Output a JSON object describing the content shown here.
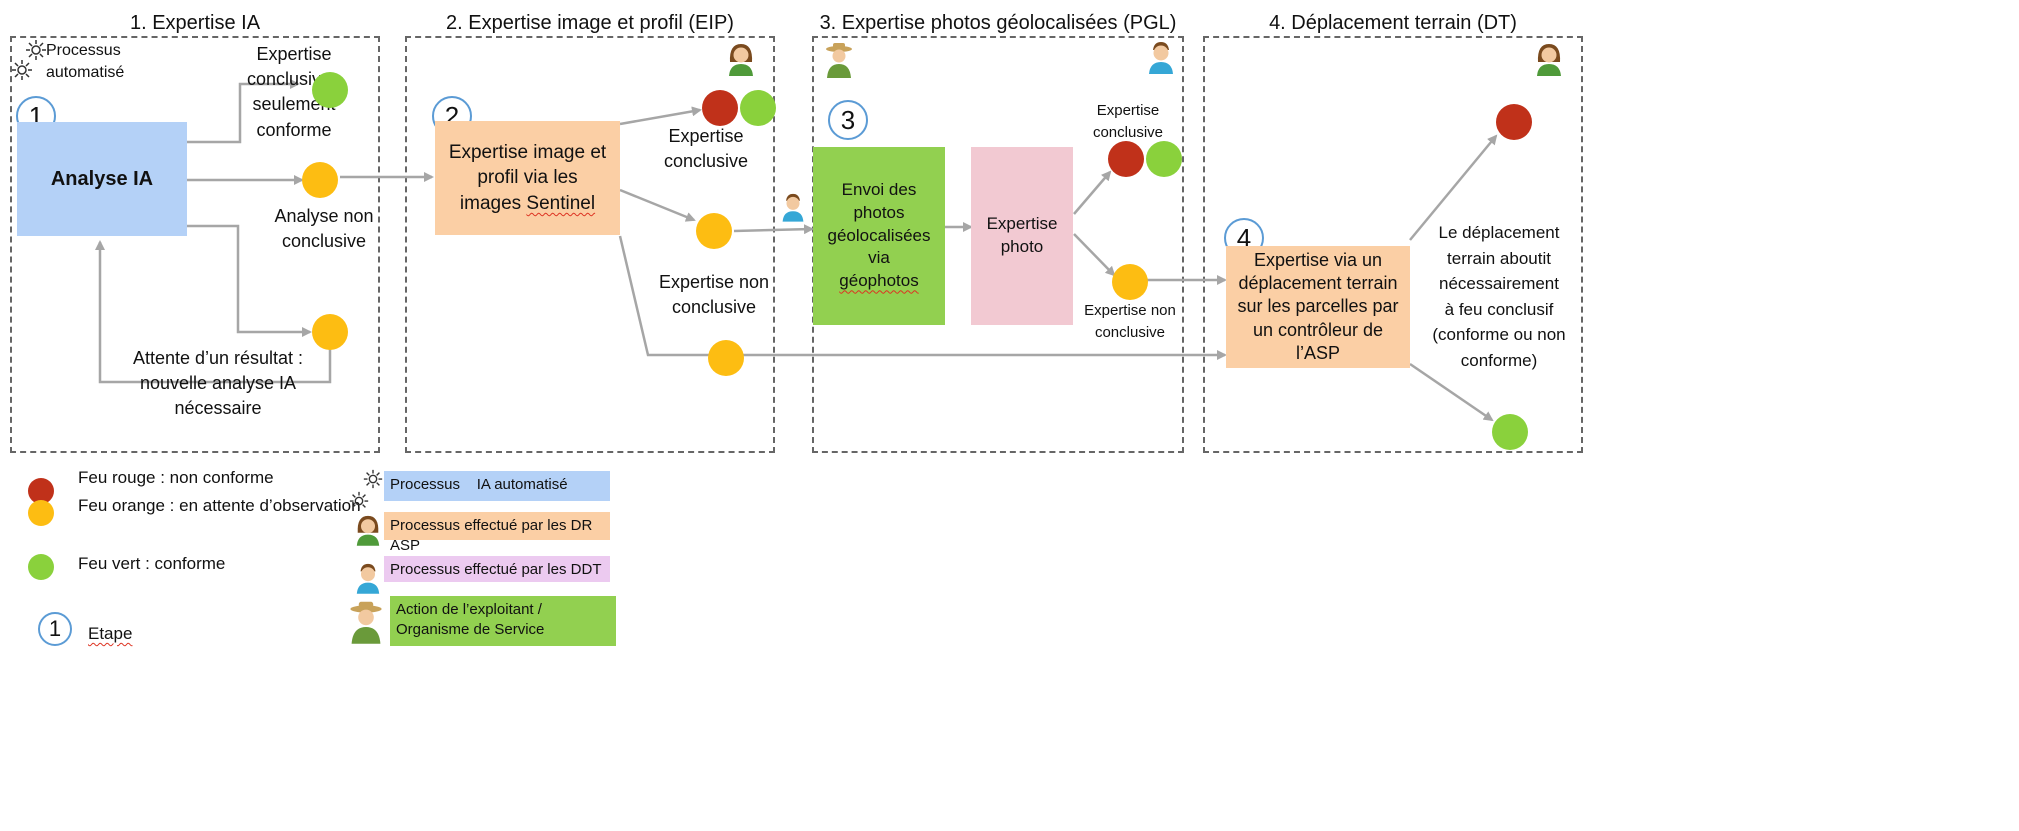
{
  "stages": [
    {
      "title": "1. Expertise IA"
    },
    {
      "title": "2. Expertise image et profil (EIP)"
    },
    {
      "title": "3. Expertise photos géolocalisées (PGL)"
    },
    {
      "title": "4. Déplacement terrain (DT)"
    }
  ],
  "stage1": {
    "auto_label": "Processus automatisé",
    "box": "Analyse IA",
    "step": "1",
    "conclusive": "Expertise conclusive : seulement conforme",
    "non_conclusive": "Analyse non conclusive",
    "waiting": "Attente d’un résultat : nouvelle analyse IA nécessaire"
  },
  "stage2": {
    "step": "2",
    "box_line1": "Expertise image et",
    "box_line2": "profil via les",
    "box_line3_pre": "images ",
    "box_line3_word": "Sentinel",
    "conclusive": "Expertise conclusive",
    "non_conclusive": "Expertise non conclusive"
  },
  "stage3": {
    "step": "3",
    "green_box_main": "Envoi des photos géolocalisées via",
    "green_box_word": "géophotos",
    "pink_box": "Expertise photo",
    "conclusive": "Expertise conclusive",
    "non_conclusive": "Expertise non conclusive"
  },
  "stage4": {
    "step": "4",
    "box": "Expertise via un déplacement terrain sur les parcelles par un contrôleur de l’ASP",
    "note": "Le déplacement terrain aboutit nécessairement à feu conclusif (conforme ou non conforme)"
  },
  "legend": {
    "red": "Feu rouge : non conforme",
    "orange": "Feu orange : en attente d’observation",
    "green": "Feu vert : conforme",
    "step_num": "1",
    "step_label": "Etape",
    "proc_ia": "Processus    IA automatisé",
    "proc_dr": "Processus effectué par les DR ASP",
    "proc_ddt": "Processus effectué par les DDT",
    "proc_exploitant": "Action de l’exploitant / Organisme de Service"
  },
  "colors": {
    "blue": "#b4d1f7",
    "peach": "#fbcfa5",
    "pink": "#f2c9d2",
    "green_box": "#92d050",
    "lilac": "#eccaf0",
    "red": "#c0311a",
    "orange": "#fdbd12",
    "green": "#8ad13c"
  },
  "icons": {
    "gear": "gear-icon",
    "woman": "woman-avatar-icon",
    "man": "man-avatar-icon",
    "farmer": "farmer-icon"
  }
}
